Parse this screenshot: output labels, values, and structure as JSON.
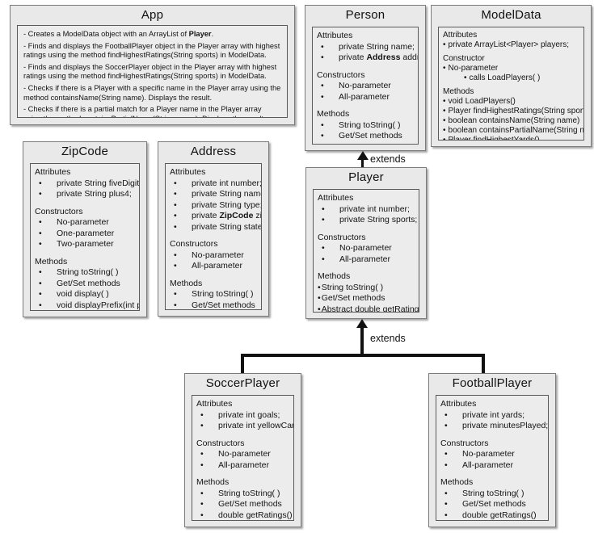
{
  "diagram": {
    "connector_labels": {
      "person_player": "extends",
      "player_children": "extends"
    },
    "classes": [
      {
        "id": "app",
        "title": "App",
        "paragraphs": [
          {
            "text": "- Creates a ModelData object with an ArrayList of Player.",
            "bold": "Player"
          },
          {
            "text": "- Finds and displays the FootballPlayer object in the Player array with highest ratings using the method findHighestRatings(String sports) in ModelData."
          },
          {
            "text": "- Finds and displays the SoccerPlayer object in the Player array with highest ratings using the method findHighestRatings(String sports) in ModelData."
          },
          {
            "text": "- Checks if there is a Player with a specific name in the Player array using the method containsName(String name). Displays the result."
          },
          {
            "text": "- Checks if there is a partial match for a Player name in the Player array using the method containsPartialName(String name). Displays the result."
          }
        ]
      },
      {
        "id": "person",
        "title": "Person",
        "sections": [
          {
            "heading": "Attributes",
            "style": "indent",
            "items": [
              {
                "text": "private String name;"
              },
              {
                "text": "private Address address;",
                "bold": "Address"
              }
            ]
          },
          {
            "heading": "Constructors",
            "style": "indent",
            "items": [
              {
                "text": "No-parameter"
              },
              {
                "text": "All-parameter"
              }
            ]
          },
          {
            "heading": "Methods",
            "style": "indent",
            "items": [
              {
                "text": "String toString( )"
              },
              {
                "text": "Get/Set methods"
              }
            ]
          }
        ]
      },
      {
        "id": "modeldata",
        "title": "ModelData",
        "sections": [
          {
            "heading": "Attributes",
            "style": "flush",
            "items": [
              {
                "text": "private ArrayList<Player> players;"
              }
            ]
          },
          {
            "heading": "Constructor",
            "style": "flush",
            "items": [
              {
                "text": "No-parameter"
              },
              {
                "text": "calls LoadPlayers( )",
                "sub": true
              }
            ]
          },
          {
            "heading": "Methods",
            "style": "flush",
            "items": [
              {
                "text": "void LoadPlayers()"
              },
              {
                "text": "Player findHighestRatings(String sports)"
              },
              {
                "text": "boolean containsName(String name)"
              },
              {
                "text": "boolean containsPartialName(String name)"
              },
              {
                "text": "Player findHighestYards()"
              }
            ]
          }
        ]
      },
      {
        "id": "zipcode",
        "title": "ZipCode",
        "sections": [
          {
            "heading": "Attributes",
            "style": "indent",
            "items": [
              {
                "text": "private String fiveDigit;"
              },
              {
                "text": "private String plus4;"
              }
            ]
          },
          {
            "heading": "Constructors",
            "style": "indent",
            "items": [
              {
                "text": "No-parameter"
              },
              {
                "text": "One-parameter"
              },
              {
                "text": "Two-parameter"
              }
            ]
          },
          {
            "heading": "Methods",
            "style": "indent",
            "items": [
              {
                "text": "String toString( )"
              },
              {
                "text": "Get/Set methods"
              },
              {
                "text": "void display( )"
              },
              {
                "text": "void displayPrefix(int p)"
              }
            ]
          }
        ]
      },
      {
        "id": "address",
        "title": "Address",
        "sections": [
          {
            "heading": "Attributes",
            "style": "indent",
            "items": [
              {
                "text": "private int number;"
              },
              {
                "text": "private String name;"
              },
              {
                "text": "private String type;"
              },
              {
                "text": "private ZipCode zip;",
                "bold": "ZipCode"
              },
              {
                "text": "private String state;"
              }
            ]
          },
          {
            "heading": "Constructors",
            "style": "indent",
            "items": [
              {
                "text": "No-parameter"
              },
              {
                "text": "All-parameter"
              }
            ]
          },
          {
            "heading": "Methods",
            "style": "indent",
            "items": [
              {
                "text": "String toString( )"
              },
              {
                "text": "Get/Set methods"
              }
            ]
          }
        ]
      },
      {
        "id": "player",
        "title": "Player",
        "sections": [
          {
            "heading": "Attributes",
            "style": "indent",
            "items": [
              {
                "text": "private int number;"
              },
              {
                "text": "private String sports;"
              }
            ]
          },
          {
            "heading": "Constructors",
            "style": "indent",
            "items": [
              {
                "text": "No-parameter"
              },
              {
                "text": "All-parameter"
              }
            ]
          },
          {
            "heading": "Methods",
            "style": "tight",
            "items": [
              {
                "text": "String toString( )"
              },
              {
                "text": "Get/Set methods"
              },
              {
                "text": "Abstract double getRatings();"
              }
            ]
          }
        ]
      },
      {
        "id": "soccerplayer",
        "title": "SoccerPlayer",
        "sections": [
          {
            "heading": "Attributes",
            "style": "indent",
            "items": [
              {
                "text": "private int goals;"
              },
              {
                "text": "private int yellowCards;"
              }
            ]
          },
          {
            "heading": "Constructors",
            "style": "indent",
            "items": [
              {
                "text": "No-parameter"
              },
              {
                "text": "All-parameter"
              }
            ]
          },
          {
            "heading": "Methods",
            "style": "indent",
            "items": [
              {
                "text": "String toString( )"
              },
              {
                "text": "Get/Set methods"
              },
              {
                "text": "double getRatings()"
              }
            ]
          }
        ]
      },
      {
        "id": "footballplayer",
        "title": "FootballPlayer",
        "sections": [
          {
            "heading": "Attributes",
            "style": "indent",
            "items": [
              {
                "text": "private int yards;"
              },
              {
                "text": "private minutesPlayed;"
              }
            ]
          },
          {
            "heading": "Constructors",
            "style": "indent",
            "items": [
              {
                "text": "No-parameter"
              },
              {
                "text": "All-parameter"
              }
            ]
          },
          {
            "heading": "Methods",
            "style": "indent",
            "items": [
              {
                "text": "String toString( )"
              },
              {
                "text": "Get/Set methods"
              },
              {
                "text": "double getRatings()"
              }
            ]
          }
        ]
      }
    ]
  }
}
